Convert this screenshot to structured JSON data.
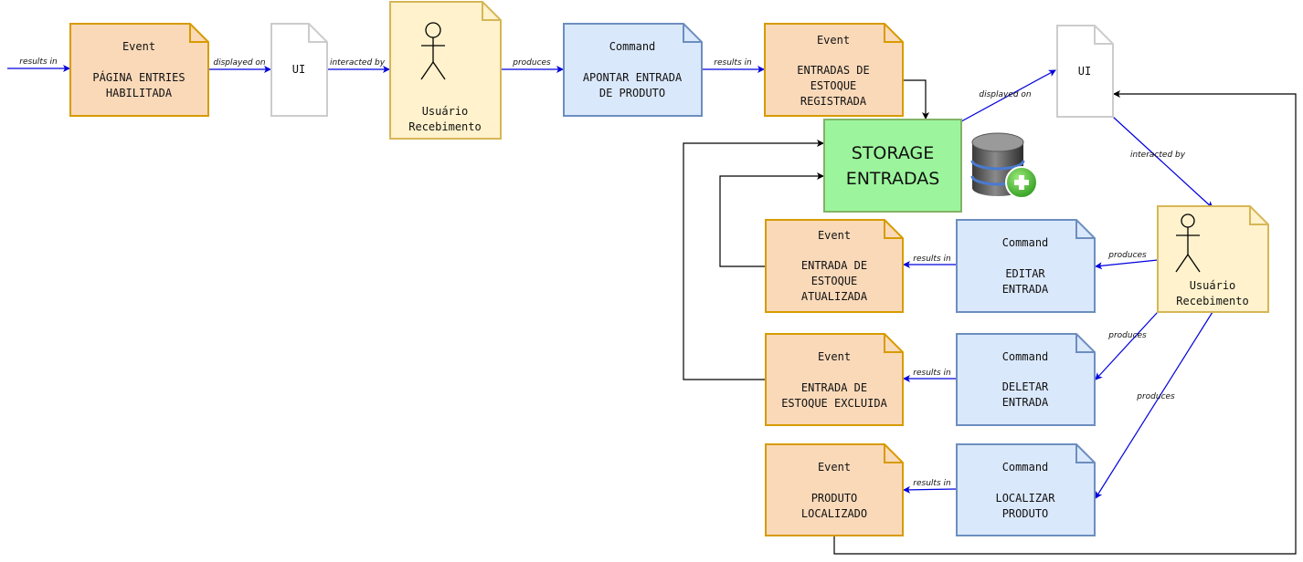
{
  "colors": {
    "event_fill": "#fad9b9",
    "event_stroke": "#d79b00",
    "command_fill": "#dae8fc",
    "command_stroke": "#6c8ebf",
    "actor_fill": "#fff2cc",
    "actor_stroke": "#d6b656",
    "ui_fill": "#ffffff",
    "ui_stroke": "#cccccc",
    "storage_fill": "#9cf59c",
    "storage_stroke": "#82b366",
    "flow_blue": "#0000dd",
    "flow_black": "#000000"
  },
  "nodes": {
    "event_pagina": {
      "kind": "Event",
      "text": [
        "PÁGINA ENTRIES",
        "HABILITADA"
      ]
    },
    "ui_1": {
      "kind": "UI"
    },
    "actor_1": {
      "line1": "Usuário",
      "line2": "Recebimento"
    },
    "cmd_apontar": {
      "kind": "Command",
      "text": [
        "APONTAR ENTRADA",
        "DE PRODUTO"
      ]
    },
    "event_registrada": {
      "kind": "Event",
      "text": [
        "ENTRADAS DE",
        "ESTOQUE",
        "REGISTRADA"
      ]
    },
    "storage": {
      "line1": "STORAGE",
      "line2": "ENTRADAS",
      "icon": "database-add-icon"
    },
    "ui_2": {
      "kind": "UI"
    },
    "actor_2": {
      "line1": "Usuário",
      "line2": "Recebimento"
    },
    "cmd_editar": {
      "kind": "Command",
      "text": [
        "EDITAR",
        "ENTRADA"
      ]
    },
    "event_atualizada": {
      "kind": "Event",
      "text": [
        "ENTRADA DE",
        "ESTOQUE",
        "ATUALIZADA"
      ]
    },
    "cmd_deletar": {
      "kind": "Command",
      "text": [
        "DELETAR",
        "ENTRADA"
      ]
    },
    "event_excluida": {
      "kind": "Event",
      "text": [
        "ENTRADA DE",
        "ESTOQUE EXCLUIDA"
      ]
    },
    "cmd_localizar": {
      "kind": "Command",
      "text": [
        "LOCALIZAR",
        "PRODUTO"
      ]
    },
    "event_localizado": {
      "kind": "Event",
      "text": [
        "PRODUTO",
        "LOCALIZADO"
      ]
    }
  },
  "edge_labels": {
    "start": "results in",
    "e1": "displayed on",
    "e2": "interacted by",
    "e3": "produces",
    "e4": "results in",
    "e5": "displayed on",
    "e6": "interacted by",
    "e7": "produces",
    "e8": "produces",
    "e9": "produces",
    "e10": "results in",
    "e11": "results in",
    "e12": "results in"
  }
}
